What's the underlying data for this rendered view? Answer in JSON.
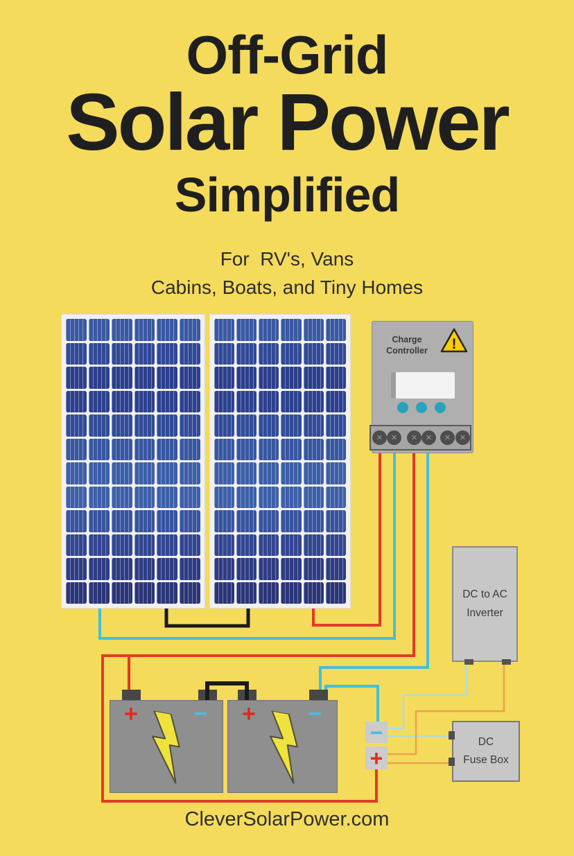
{
  "header": {
    "title_line1": "Off-Grid",
    "title_line2": "Solar Power",
    "title_line3": "Simplified",
    "subtitle_line1": "For  RV's, Vans",
    "subtitle_line2": "Cabins, Boats, and Tiny Homes"
  },
  "footer": {
    "website": "CleverSolarPower.com"
  },
  "diagram": {
    "solar_panels": {
      "count": 2,
      "columns": 6,
      "rows": 12
    },
    "charge_controller": {
      "label_line1": "Charge",
      "label_line2": "Controller",
      "warning_symbol": "!",
      "screw_symbol": "✕",
      "button_count": 3,
      "terminal_count": 6
    },
    "inverter": {
      "label_line1": "DC to AC",
      "label_line2": "Inverter"
    },
    "fuse_box": {
      "label_line1": "DC",
      "label_line2": "Fuse Box"
    },
    "batteries": {
      "count": 2,
      "positive_symbol": "+",
      "negative_symbol": "−"
    },
    "bus_bars": {
      "negative_symbol": "−",
      "positive_symbol": "+"
    }
  },
  "colors": {
    "background": "#F4DB5B",
    "title_text": "#1F1F1F",
    "wire_positive": "#E23A28",
    "wire_negative": "#45BEDC",
    "wire_series_black": "#1A1A1A",
    "wire_inverter_negative": "#AADDE3",
    "wire_inverter_positive": "#ECA24F",
    "sign_positive": "#DF2B1E",
    "sign_negative": "#45C1E0",
    "panel_cell_blue": "#34509B",
    "lightning_yellow": "#F0E23C",
    "warning_yellow": "#FFCE00"
  }
}
